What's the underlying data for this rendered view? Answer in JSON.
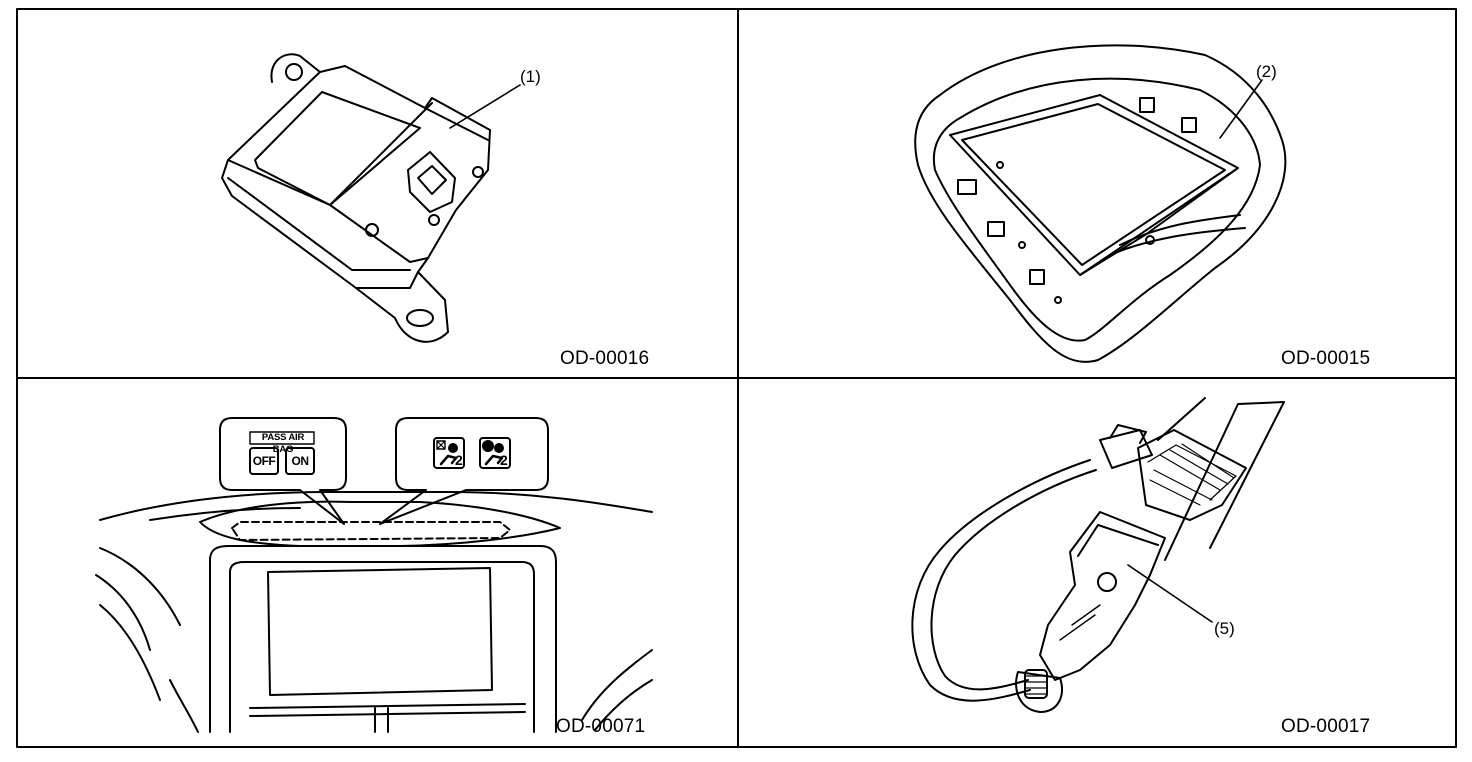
{
  "panels": [
    {
      "figure_code": "OD-00016",
      "callout": "(1)"
    },
    {
      "figure_code": "OD-00015",
      "callout": "(2)"
    },
    {
      "figure_code": "OD-00071",
      "indicator_title": "PASS AIR BAG",
      "button_off": "OFF",
      "button_on": "ON",
      "icon_digit_1": "2",
      "icon_digit_2": "2"
    },
    {
      "figure_code": "OD-00017",
      "callout": "(5)"
    }
  ]
}
